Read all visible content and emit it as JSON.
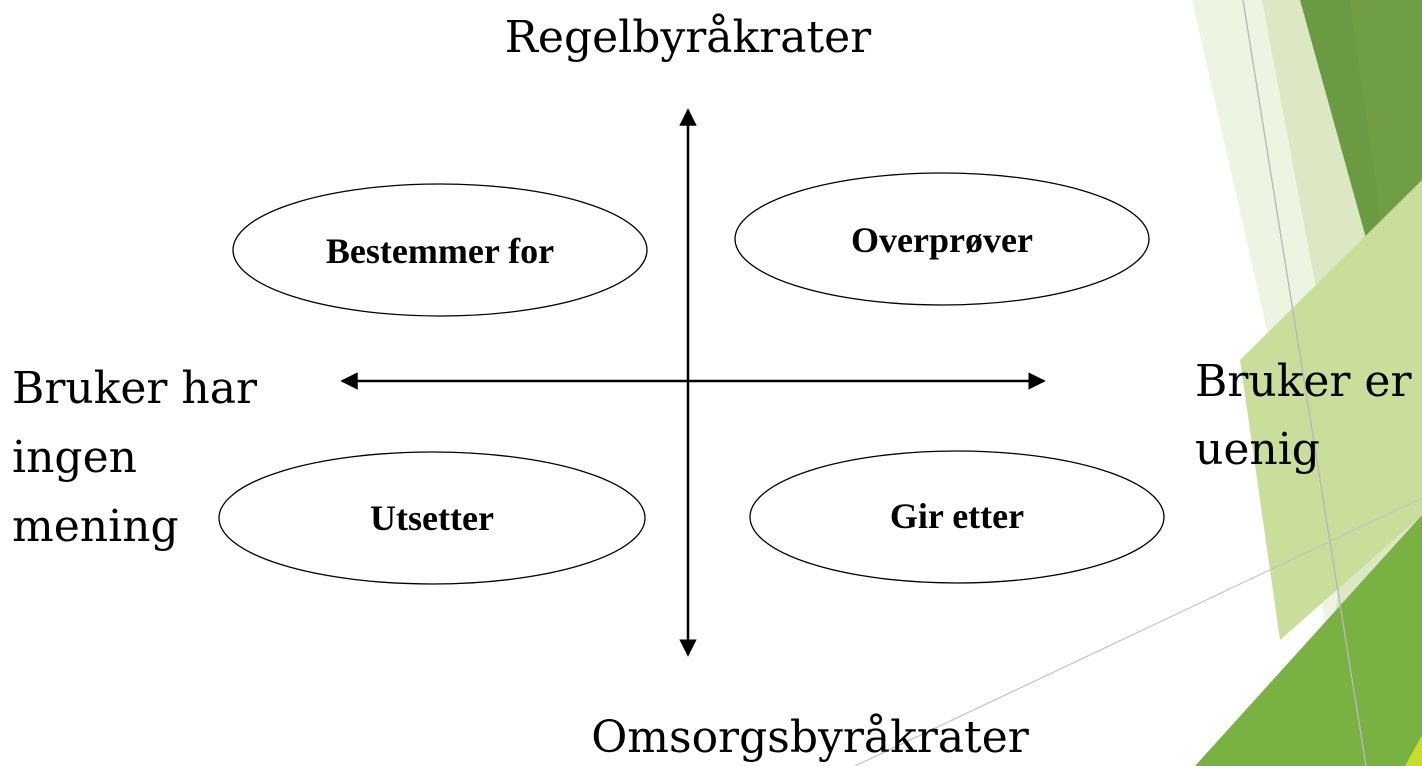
{
  "axes": {
    "top_label": "Regelbyråkrater",
    "bottom_label": "Omsorgsbyråkrater",
    "left_label_lines": [
      "Bruker har",
      "ingen",
      "mening"
    ],
    "right_label_lines": [
      "Bruker er",
      "uenig"
    ]
  },
  "quadrants": {
    "top_left": "Bestemmer for",
    "top_right": "Overprøver",
    "bottom_left": "Utsetter",
    "bottom_right": "Gir etter"
  },
  "colors": {
    "green_dark": "#6a9a42",
    "green_mid": "#74a848",
    "green_bright": "#86c048",
    "green_light": "#d4e3b3",
    "green_pale": "#e8f0d8",
    "accent_yellow": "#c8dc2a"
  }
}
